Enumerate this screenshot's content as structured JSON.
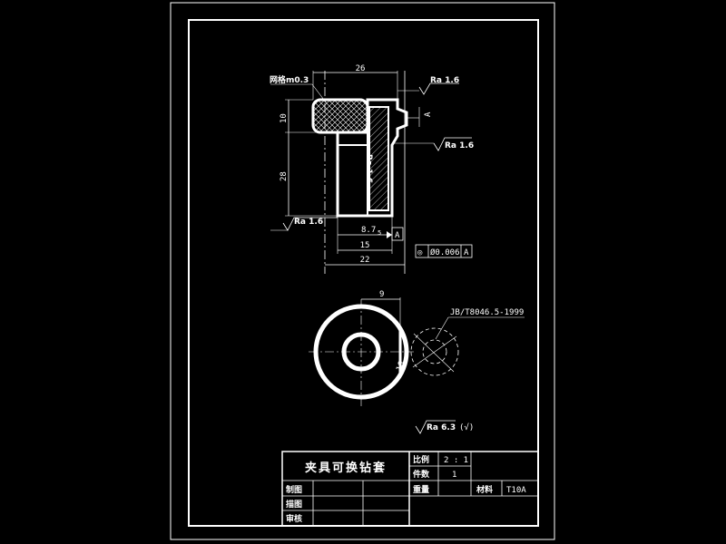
{
  "colors": {
    "background": "#000000",
    "line": "#ffffff",
    "hatch": "#ffffff"
  },
  "front_view": {
    "knurl_note": "网格m0.3",
    "dim_total_length": "26",
    "dim_head_height": "10",
    "dim_body_height": "28",
    "dim_bore": "8.7",
    "dim_bore_tol": "5",
    "dim_inner": "15",
    "dim_outer": "22",
    "datum_label": "A",
    "roughness_top": "Ra 1.6",
    "roughness_right": "Ra 1.6",
    "roughness_bore": "Ra 1.6",
    "roughness_left": "Ra 1.6",
    "concentricity_symbol": "◎",
    "concentricity_value": "Ø0.006",
    "concentricity_datum": "A"
  },
  "top_view": {
    "dim_width": "9",
    "standard_ref": "JB/T8046.5-1999",
    "dim_angle": "16"
  },
  "general_roughness": {
    "value": "Ra 6.3",
    "note": "(√)"
  },
  "title_block": {
    "part_name": "夹具可换钻套",
    "scale_label": "比例",
    "scale_value": "2 : 1",
    "quantity_label": "件数",
    "quantity_value": "1",
    "weight_label": "重量",
    "material_label": "材料",
    "material_value": "T10A",
    "drawn_label": "制图",
    "design_label": "描图",
    "review_label": "审核"
  }
}
